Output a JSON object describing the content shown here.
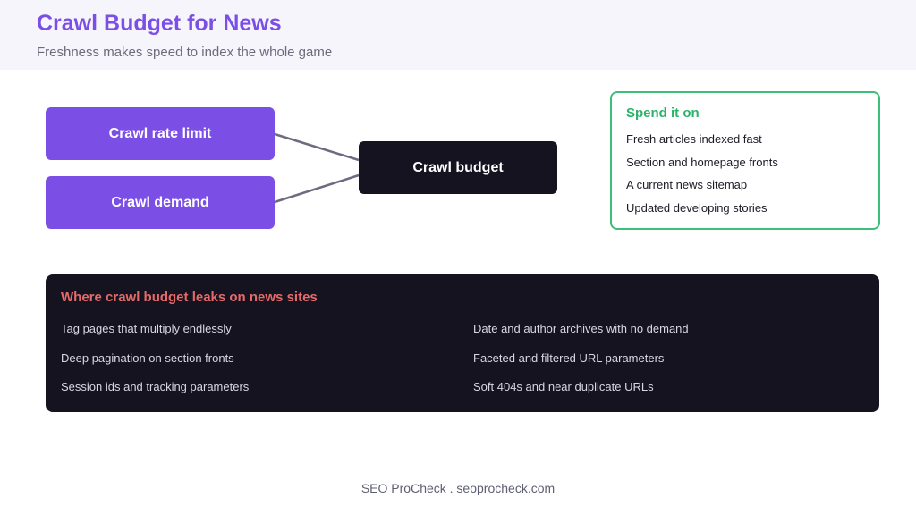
{
  "header": {
    "title": "Crawl Budget for News",
    "subtitle": "Freshness makes speed to index the whole game"
  },
  "diagram": {
    "inputs": [
      "Crawl rate limit",
      "Crawl demand"
    ],
    "output": "Crawl budget"
  },
  "spend": {
    "title": "Spend it on",
    "items": [
      "Fresh articles indexed fast",
      "Section and homepage fronts",
      "A current news sitemap",
      "Updated developing stories"
    ]
  },
  "leaks": {
    "title": "Where crawl budget leaks on news sites",
    "left": [
      "Tag pages that multiply endlessly",
      "Deep pagination on section fronts",
      "Session ids and tracking parameters"
    ],
    "right": [
      "Date and author archives with no demand",
      "Faceted and filtered URL parameters",
      "Soft 404s and near duplicate URLs"
    ]
  },
  "footer": {
    "text": "SEO ProCheck . seoprocheck.com"
  },
  "colors": {
    "accent": "#7b4fe6",
    "dark": "#15131f",
    "green": "#3cbf78",
    "red": "#e56a6a"
  }
}
